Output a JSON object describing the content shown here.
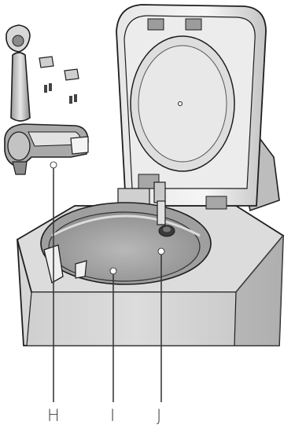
{
  "figure": {
    "callouts": [
      {
        "id": "H",
        "label": "H"
      },
      {
        "id": "I",
        "label": "I"
      },
      {
        "id": "J",
        "label": "J"
      }
    ],
    "colors": {
      "outline": "#1e1e1e",
      "body_light": "#ececec",
      "body_mid": "#cfcfcf",
      "body_dark": "#8f8f8f",
      "leader_line": "#3a3a3a",
      "marker": "#ffffff"
    }
  }
}
